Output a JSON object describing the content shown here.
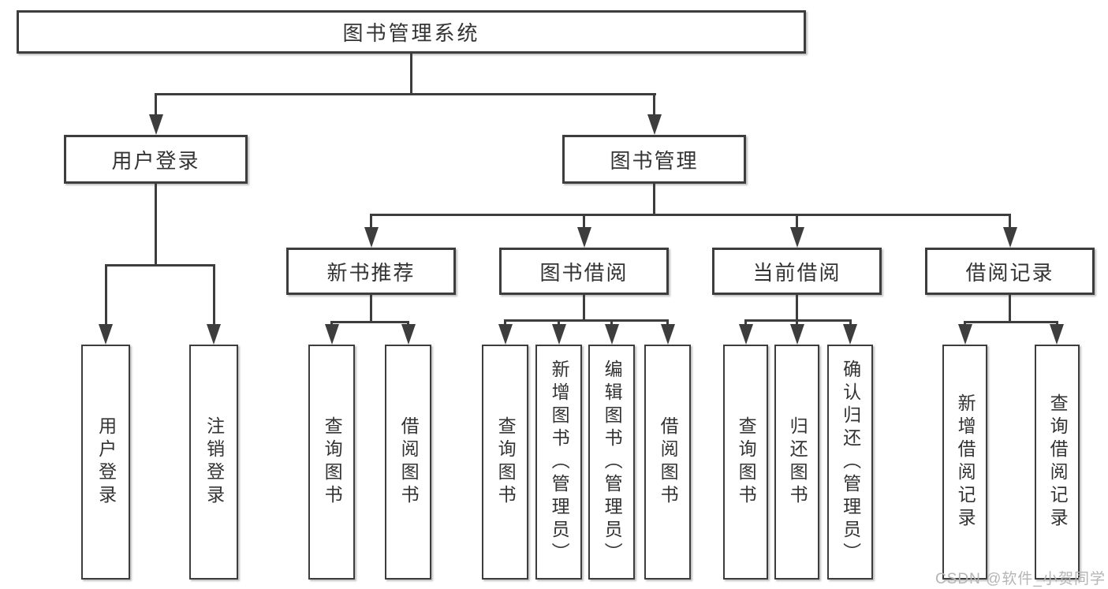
{
  "diagram": {
    "root": {
      "label": "图书管理系统"
    },
    "level2": {
      "user_login": {
        "label": "用户登录"
      },
      "book_mgmt": {
        "label": "图书管理"
      }
    },
    "level3": {
      "new_books": {
        "label": "新书推荐"
      },
      "book_borrow": {
        "label": "图书借阅"
      },
      "current_borrow": {
        "label": "当前借阅"
      },
      "borrow_records": {
        "label": "借阅记录"
      }
    },
    "leaves": {
      "user_login": {
        "label": "用户登录"
      },
      "logout": {
        "label": "注销登录"
      },
      "nb_search": {
        "label": "查询图书"
      },
      "nb_borrow": {
        "label": "借阅图书"
      },
      "bb_search": {
        "label": "查询图书"
      },
      "bb_add": {
        "label": "新增图书（管理员）"
      },
      "bb_edit": {
        "label": "编辑图书（管理员）"
      },
      "bb_borrow": {
        "label": "借阅图书"
      },
      "cb_search": {
        "label": "查询图书"
      },
      "cb_return": {
        "label": "归还图书"
      },
      "cb_confirm": {
        "label": "确认归还（管理员）"
      },
      "br_add": {
        "label": "新增借阅记录"
      },
      "br_search": {
        "label": "查询借阅记录"
      }
    },
    "colors": {
      "line": "#3d3d3d",
      "text": "#333333",
      "background": "#ffffff",
      "watermark": "#b5b5b5"
    }
  },
  "watermark": {
    "text": "CSDN @软件_小贺同学"
  }
}
